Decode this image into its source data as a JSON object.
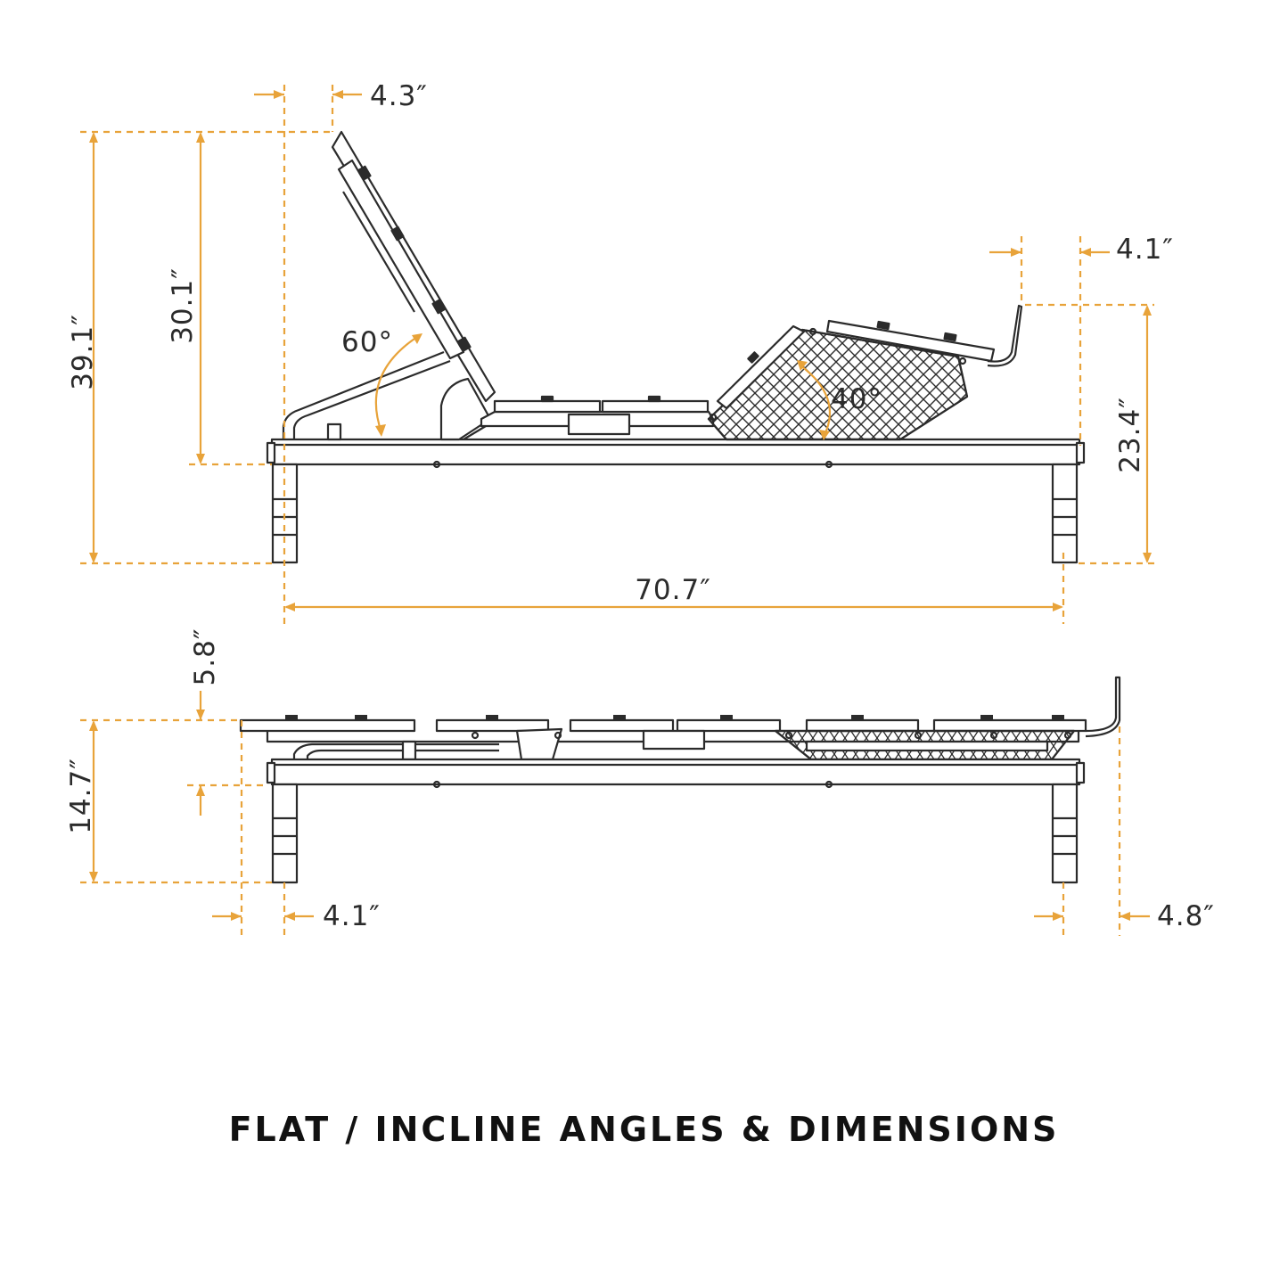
{
  "caption": "FLAT / INCLINE ANGLES & DIMENSIONS",
  "colors": {
    "dimension": "#e8a33a",
    "drawing": "#2b2b2b",
    "background": "#ffffff",
    "caption": "#111111"
  },
  "inclined_view": {
    "head_offset": "4.3″",
    "total_height": "39.1″",
    "head_height": "30.1″",
    "head_angle": "60°",
    "foot_angle": "40°",
    "foot_offset": "4.1″",
    "foot_height": "23.4″",
    "frame_length": "70.7″"
  },
  "flat_view": {
    "deck_thickness": "5.8″",
    "total_height": "14.7″",
    "head_overhang": "4.1″",
    "foot_overhang": "4.8″"
  }
}
